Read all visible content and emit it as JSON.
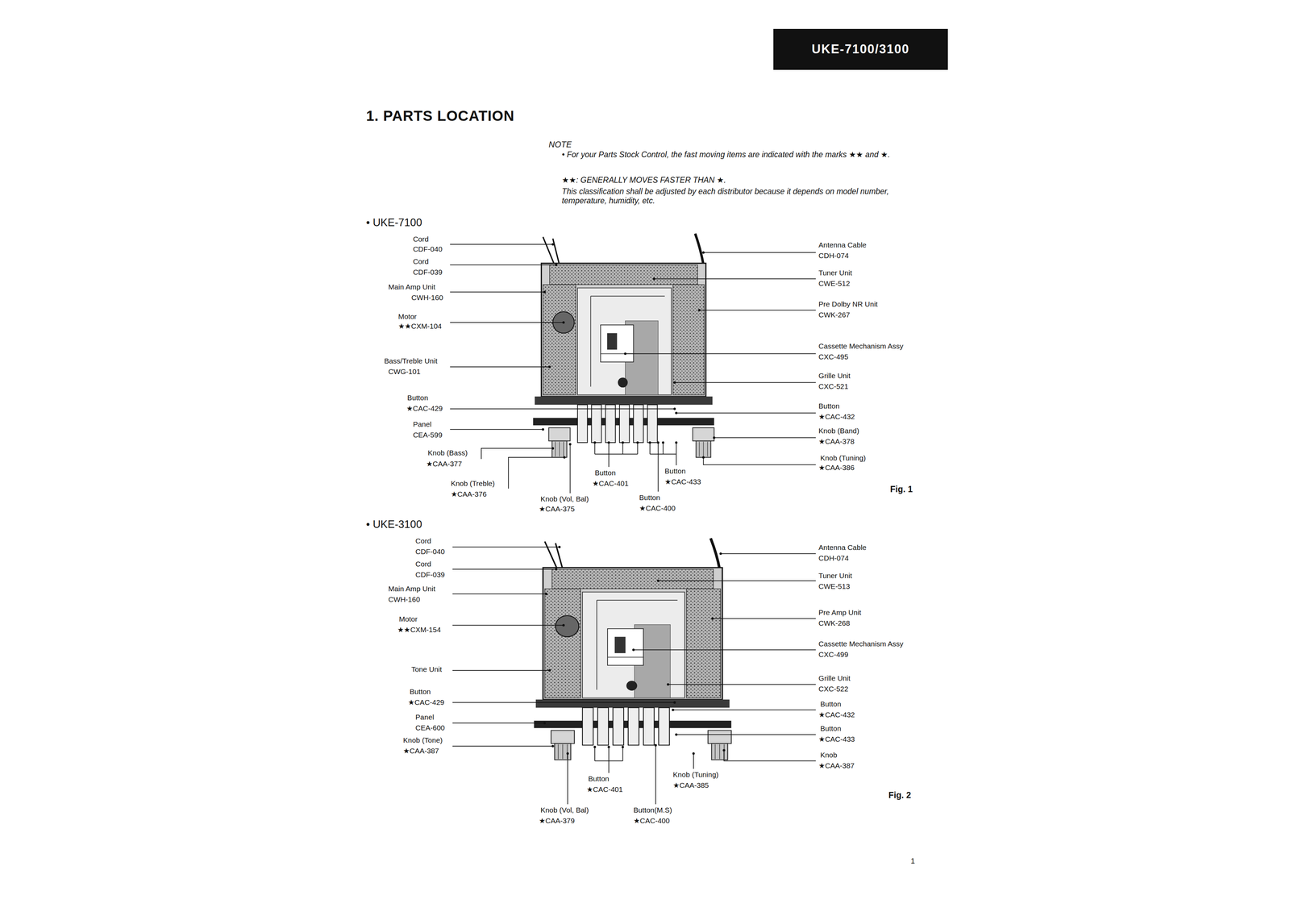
{
  "diagram": {
    "title": "1. PARTS LOCATION",
    "nodes": [
      {
        "text": [
          "UKE-7100/3100"
        ]
      }
    ],
    "labels": [
      "NOTE",
      "• For your Parts Stock Control, the fast moving items are indicated with the marks ★★ and ★.",
      "★★: GENERALLY MOVES FASTER THAN ★.",
      "This classification shall be adjusted by each distributor because it depends on model number, temperature, humidity, etc.",
      "• UKE-7100",
      "Cord",
      "CDF-040",
      "Cord",
      "CDF-039",
      "Main Amp Unit",
      "CWH-160",
      "Motor",
      "★★CXM-104",
      "Bass/Treble Unit",
      "CWG-101",
      "Button",
      "★CAC-429",
      "Panel",
      "CEA-599",
      "Knob (Bass)",
      "★CAA-377",
      "Knob (Treble)",
      "★CAA-376",
      "Antenna Cable",
      "CDH-074",
      "Tuner Unit",
      "CWE-512",
      "Pre Dolby NR Unit",
      "CWK-267",
      "Cassette Mechanism Assy",
      "CXC-495",
      "Grille Unit",
      "CXC-521",
      "Button",
      "★CAC-432",
      "Knob (Band)",
      "★CAA-378",
      "Knob (Tuning)",
      "★CAA-386",
      "Button",
      "★CAC-401",
      "Button",
      "★CAC-433",
      "Knob (Vol, Bal)",
      "★CAA-375",
      "Button",
      "★CAC-400",
      "Fig. 1",
      "• UKE-3100",
      "Cord",
      "CDF-040",
      "Cord",
      "CDF-039",
      "Main Amp Unit",
      "CWH-160",
      "Motor",
      "★★CXM-154",
      "Tone Unit",
      "Button",
      "★CAC-429",
      "Panel",
      "CEA-600",
      "Knob (Tone)",
      "★CAA-387",
      "Antenna Cable",
      "CDH-074",
      "Tuner Unit",
      "CWE-513",
      "Pre Amp Unit",
      "CWK-268",
      "Cassette Mechanism Assy",
      "CXC-499",
      "Grille Unit",
      "CXC-522",
      "Button",
      "★CAC-432",
      "Button",
      "★CAC-433",
      "Knob",
      "★CAA-387",
      "Button",
      "★CAC-401",
      "Knob (Tuning)",
      "★CAA-385",
      "Knob (Vol, Bal)",
      "★CAA-379",
      "Button(M.S)",
      "★CAC-400",
      "Fig. 2",
      "1"
    ]
  }
}
